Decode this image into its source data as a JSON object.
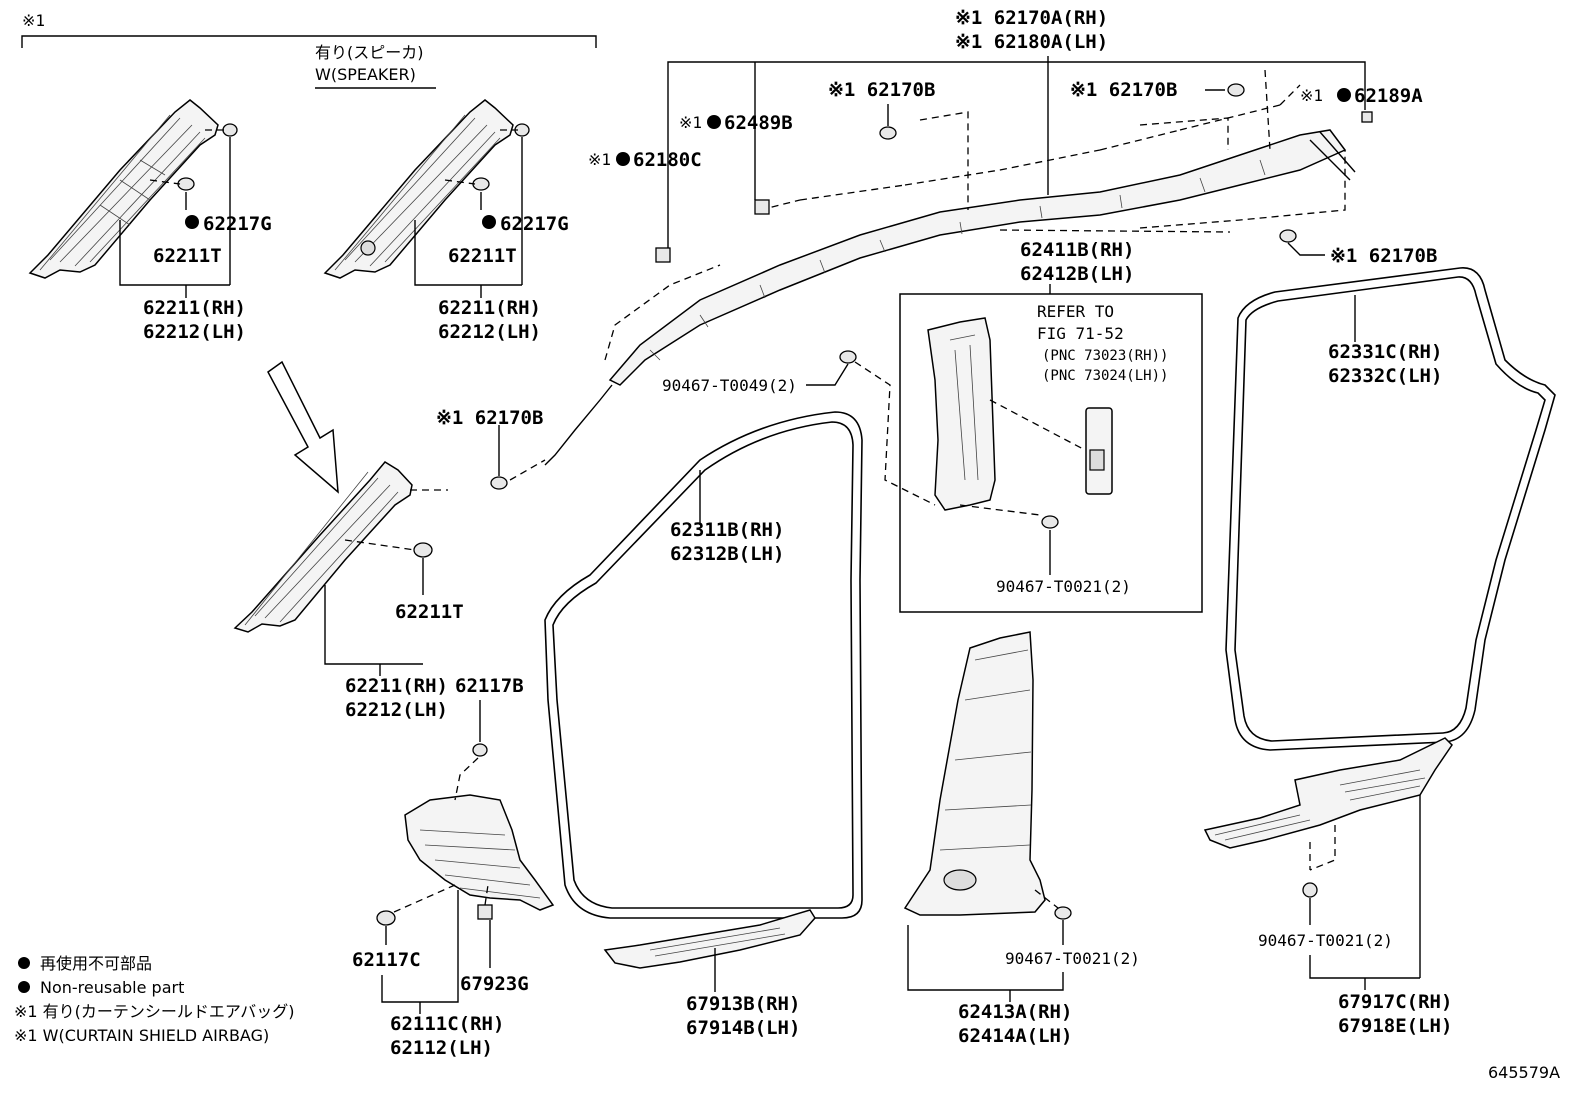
{
  "legend": {
    "nonreusable_jp": "再使用不可部品",
    "nonreusable_en": "Non-reusable part",
    "note1_jp": "※1 有り(カーテンシールドエアバッグ)",
    "note1_en": "※1 W(CURTAIN SHIELD AIRBAG)"
  },
  "figure_id": "645579A",
  "top_note": "※1",
  "speaker_jp": "有り(スピーカ)",
  "speaker_en": "W(SPEAKER)",
  "refer": {
    "line1": "REFER TO",
    "line2": "FIG 71-52",
    "line3": "(PNC 73023(RH))",
    "line4": "(PNC 73024(LH))"
  },
  "labels": {
    "p62170a": "※1 62170A(RH)",
    "p62180a": "※1 62180A(LH)",
    "p62170b_1": "※1 62170B",
    "p62170b_2": "※1 62170B",
    "p62170b_3": "※1 62170B",
    "p62170b_4": "※1 62170B",
    "p62189a": "62189A",
    "p62489b": "62489B",
    "p62180c": "62180C",
    "p62217g_1": "62217G",
    "p62217g_2": "62217G",
    "p62211t_1": "62211T",
    "p62211t_2": "62211T",
    "p62211t_3": "62211T",
    "p62211rh_1": "62211(RH)",
    "p62212lh_1": "62212(LH)",
    "p62211rh_2": "62211(RH)",
    "p62212lh_2": "62212(LH)",
    "p62211rh_3": "62211(RH)",
    "p62212lh_3": "62212(LH)",
    "p62117b": "62117B",
    "p62117c": "62117C",
    "p67923g": "67923G",
    "p62111c": "62111C(RH)",
    "p62112": "62112(LH)",
    "p90467_0049": "90467-T0049(2)",
    "p62311b": "62311B(RH)",
    "p62312b": "62312B(LH)",
    "p62411b": "62411B(RH)",
    "p62412b": "62412B(LH)",
    "p90467_0021_a": "90467-T0021(2)",
    "p90467_0021_b": "90467-T0021(2)",
    "p90467_0021_c": "90467-T0021(2)",
    "p62331c": "62331C(RH)",
    "p62332c": "62332C(LH)",
    "p67913b": "67913B(RH)",
    "p67914b": "67914B(LH)",
    "p62413a": "62413A(RH)",
    "p62414a": "62414A(LH)",
    "p67917c": "67917C(RH)",
    "p67918e": "67918E(LH)",
    "x1": "※1"
  }
}
